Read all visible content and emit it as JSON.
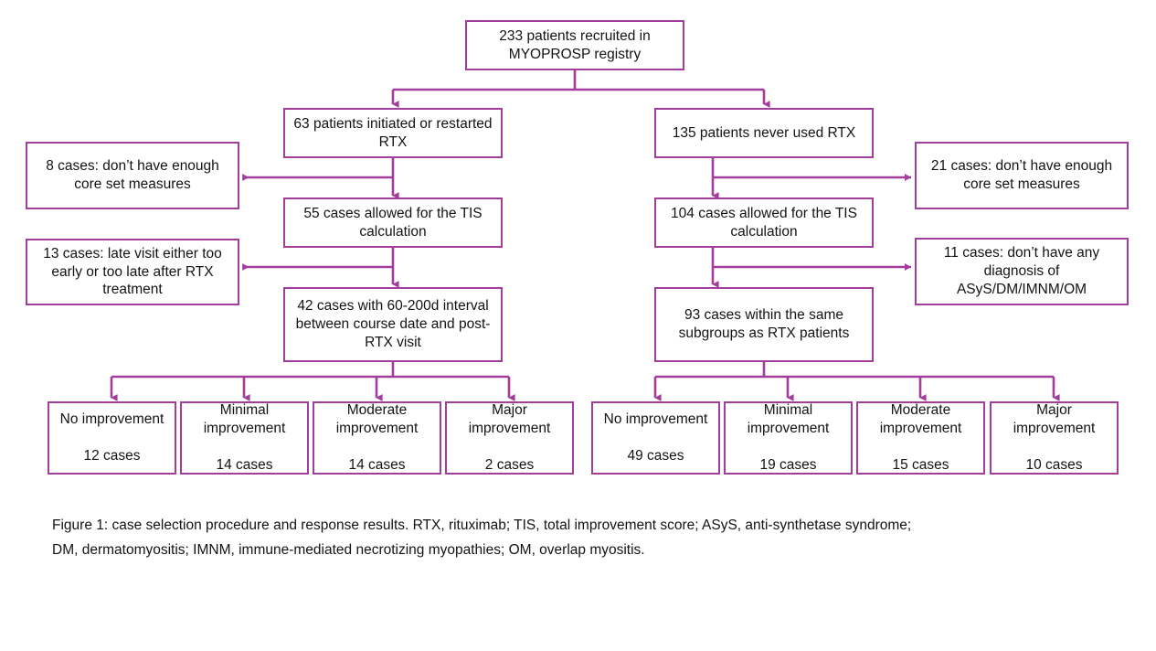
{
  "figure": {
    "accent_color": "#A23D9B",
    "text_color": "#131313",
    "background": "#ffffff"
  },
  "nodes": {
    "root": "233 patients recruited in MYOPROSP registry",
    "left_branch": {
      "step1": "63 patients initiated or restarted RTX",
      "exclusion1": "8 cases: don’t have enough core set measures",
      "step2": "55 cases allowed for the TIS calculation",
      "exclusion2": "13 cases: late visit either too early or too late after RTX treatment",
      "step3": "42 cases with 60-200d interval between course date and post-RTX visit"
    },
    "right_branch": {
      "step1": "135 patients never used RTX",
      "exclusion1": "21 cases: don’t have enough core set measures",
      "step2": "104 cases allowed for the TIS calculation",
      "exclusion2": "11 cases: don’t have any diagnosis of ASyS/DM/IMNM/OM",
      "step3": "93 cases within the same subgroups as RTX patients"
    }
  },
  "outcomes": {
    "rtx_group": [
      {
        "label": "No improvement",
        "count": "12 cases"
      },
      {
        "label": "Minimal improvement",
        "count": "14 cases"
      },
      {
        "label": "Moderate improvement",
        "count": "14 cases"
      },
      {
        "label": "Major improvement",
        "count": "2 cases"
      }
    ],
    "non_rtx_group": [
      {
        "label": "No improvement",
        "count": "49 cases"
      },
      {
        "label": "Minimal improvement",
        "count": "19 cases"
      },
      {
        "label": "Moderate improvement",
        "count": "15 cases"
      },
      {
        "label": "Major improvement",
        "count": "10 cases"
      }
    ]
  },
  "caption": {
    "line1": "Figure 1: case selection procedure and response results.  RTX, rituximab; TIS, total improvement score; ASyS, anti-synthetase syndrome;",
    "line2": "DM, dermatomyositis; IMNM, immune-mediated necrotizing myopathies; OM, overlap myositis."
  }
}
